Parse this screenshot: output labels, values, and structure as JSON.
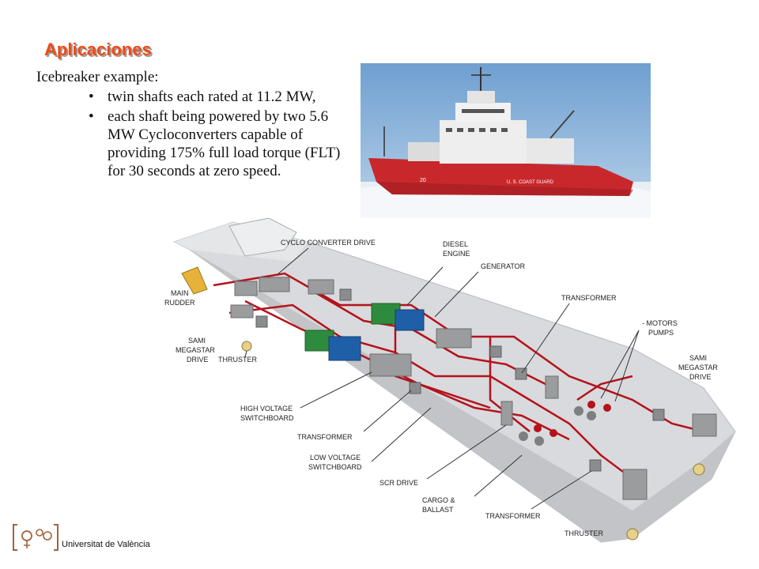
{
  "slide": {
    "title": "Aplicaciones",
    "intro": "Icebreaker example:",
    "bullets": [
      "twin shafts each rated at 11.2 MW,",
      "each shaft being powered by two 5.6 MW Cycloconverters capable of providing 175% full load torque (FLT) for 30 seconds at zero speed."
    ],
    "bullet_glyph": "•"
  },
  "photo": {
    "hull_text_1": "20",
    "hull_text_2": "U. S. COAST GUARD"
  },
  "diagram": {
    "labels": {
      "cyclo": "CYCLO CONVERTER DRIVE",
      "diesel1": "DIESEL",
      "diesel2": "ENGINE",
      "generator": "GENERATOR",
      "transformer_top": "TRANSFORMER",
      "motors": "- MOTORS",
      "pumps": "PUMPS",
      "main1": "MAIN",
      "main2": "RUDDER",
      "sami_left1": "SAMI",
      "sami_left2": "MEGASTAR",
      "sami_left3": "DRIVE",
      "thruster_left": "THRUSTER",
      "hv1": "HIGH VOLTAGE",
      "hv2": "SWITCHBOARD",
      "transformer_mid": "TRANSFORMER",
      "lv1": "LOW VOLTAGE",
      "lv2": "SWITCHBOARD",
      "scr": "SCR DRIVE",
      "cargo1": "CARGO &",
      "cargo2": "BALLAST",
      "transformer_bottom": "TRANSFORMER",
      "thruster_right": "THRUSTER",
      "sami_right1": "SAMI",
      "sami_right2": "MEGASTAR",
      "sami_right3": "DRIVE"
    }
  },
  "footer": {
    "university": "Universitat de València"
  },
  "colors": {
    "title": "#f04a14",
    "cable": "#b5121b",
    "generator_green": "#2e8b3e",
    "generator_blue": "#1f5fa8",
    "hull_red": "#c8282c"
  }
}
